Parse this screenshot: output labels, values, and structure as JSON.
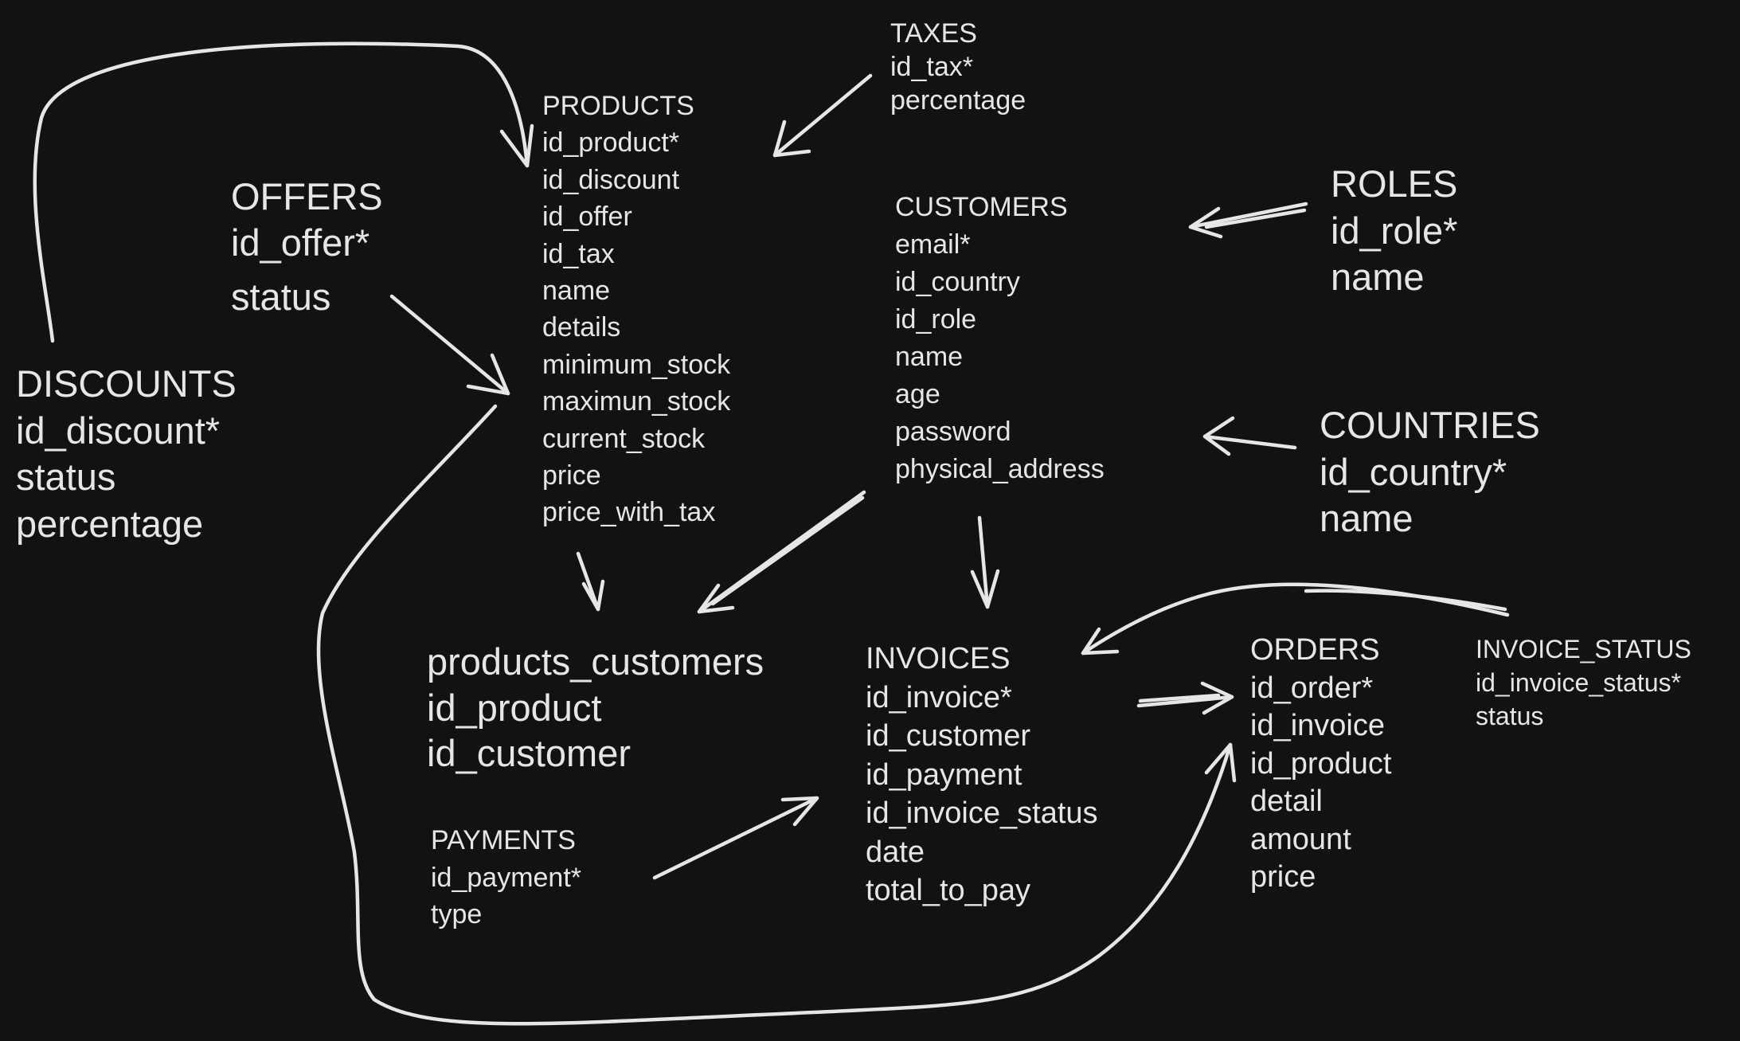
{
  "entities": {
    "taxes": {
      "title": "TAXES",
      "fields": [
        "id_tax*",
        "percentage"
      ]
    },
    "products": {
      "title": "PRODUCTS",
      "fields": [
        "id_product*",
        "id_discount",
        "id_offer",
        "id_tax",
        "name",
        "details",
        "minimum_stock",
        "maximun_stock",
        "current_stock",
        "price",
        "price_with_tax"
      ]
    },
    "offers": {
      "title": "OFFERS",
      "fields": [
        "id_offer*",
        "status"
      ]
    },
    "discounts": {
      "title": "DISCOUNTS",
      "fields": [
        "id_discount*",
        "status",
        "percentage"
      ]
    },
    "customers": {
      "title": "CUSTOMERS",
      "fields": [
        "email*",
        "id_country",
        "id_role",
        "name",
        "age",
        "password",
        "physical_address"
      ]
    },
    "roles": {
      "title": "ROLES",
      "fields": [
        "id_role*",
        "name"
      ]
    },
    "countries": {
      "title": "COUNTRIES",
      "fields": [
        "id_country*",
        "name"
      ]
    },
    "products_customers": {
      "title": "products_customers",
      "fields": [
        "id_product",
        "id_customer"
      ]
    },
    "invoices": {
      "title": "INVOICES",
      "fields": [
        "id_invoice*",
        "id_customer",
        "id_payment",
        "id_invoice_status",
        "date",
        "total_to_pay"
      ]
    },
    "orders": {
      "title": "ORDERS",
      "fields": [
        "id_order*",
        "id_invoice",
        "id_product",
        "detail",
        "amount",
        "price"
      ]
    },
    "invoice_status": {
      "title": "INVOICE_STATUS",
      "fields": [
        "id_invoice_status*",
        "status"
      ]
    },
    "payments": {
      "title": "PAYMENTS",
      "fields": [
        "id_payment*",
        "type"
      ]
    }
  },
  "style": {
    "background": "#121212",
    "ink": "#e6e6e6"
  }
}
